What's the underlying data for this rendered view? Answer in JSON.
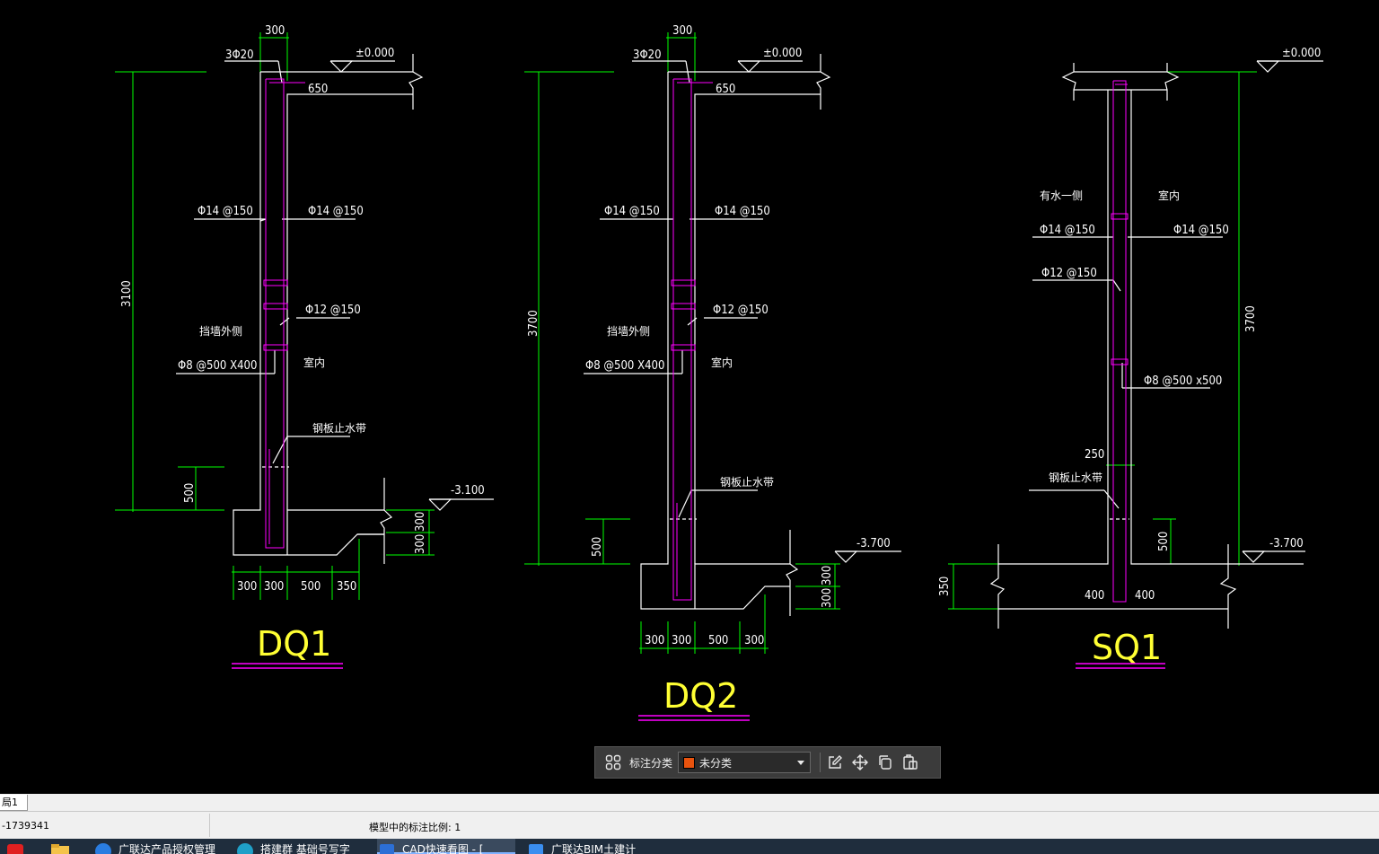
{
  "drawing": {
    "walls": [
      {
        "title": "DQ1",
        "top_bar": "3Φ20",
        "wall_thk": "300",
        "slab_dim": "650",
        "top_level": "±0.000",
        "height_dim": "3100",
        "rebar_out": "Φ14 @150",
        "rebar_in": "Φ14 @150",
        "rebar_mid": "Φ12 @150",
        "side_out": "挡墙外侧",
        "side_in": "室内",
        "tie": "Φ8 @500 X400",
        "waterstop": "钢板止水带",
        "waterstop_h": "500",
        "bottom_level": "-3.100",
        "footing_h1": "300",
        "footing_h2": "300",
        "footing_dims": [
          "300",
          "300",
          "500",
          "350"
        ]
      },
      {
        "title": "DQ2",
        "top_bar": "3Φ20",
        "wall_thk": "300",
        "slab_dim": "650",
        "top_level": "±0.000",
        "height_dim": "3700",
        "rebar_out": "Φ14 @150",
        "rebar_in": "Φ14 @150",
        "rebar_mid": "Φ12 @150",
        "side_out": "挡墙外侧",
        "side_in": "室内",
        "tie": "Φ8 @500 X400",
        "waterstop": "钢板止水带",
        "waterstop_h": "500",
        "bottom_level": "-3.700",
        "footing_h1": "300",
        "footing_h2": "300",
        "footing_dims": [
          "300",
          "300",
          "500",
          "300"
        ]
      },
      {
        "title": "SQ1",
        "top_level": "±0.000",
        "height_dim": "3700",
        "side_water": "有水一侧",
        "side_in": "室内",
        "rebar_out": "Φ14 @150",
        "rebar_in": "Φ14 @150",
        "rebar_mid": "Φ12 @150",
        "tie": "Φ8 @500 x500",
        "wall_thk": "250",
        "waterstop": "钢板止水带",
        "waterstop_h": "500",
        "slab_h": "350",
        "bottom_level": "-3.700",
        "slab_left": "400",
        "slab_right": "400"
      }
    ]
  },
  "toolbar": {
    "label": "标注分类",
    "category_value": "未分类",
    "category_color": "#e8530e",
    "icons": [
      "grid-icon",
      "edit-icon",
      "move-icon",
      "copy-icon",
      "paste-icon"
    ]
  },
  "tabs": {
    "layout1": "局1"
  },
  "status": {
    "coord": "-1739341",
    "scale_label": "模型中的标注比例: 1"
  },
  "taskbar": {
    "items": [
      {
        "label": ""
      },
      {
        "label": ""
      },
      {
        "label": "广联达产品授权管理"
      },
      {
        "label": "搭建群 基础号写字"
      },
      {
        "label": "CAD快速看图 - ["
      },
      {
        "label": "广联达BIM土建计"
      }
    ]
  },
  "colors": {
    "wall_line": "#ffffff",
    "dimension": "#00ff00",
    "rebar": "#ff00ff",
    "title": "#ffff33"
  }
}
